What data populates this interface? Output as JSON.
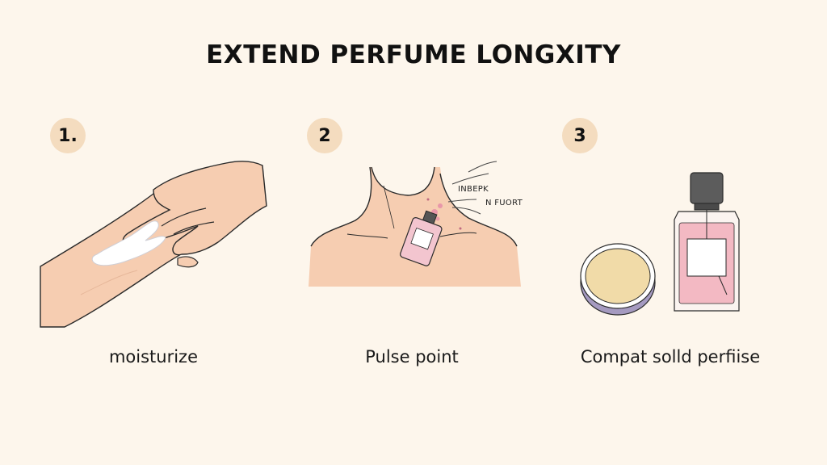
{
  "header": {
    "title": "EXTEND PERFUME LONGXITY"
  },
  "steps": [
    {
      "number": "1.",
      "caption": "moisturize",
      "illustration": "hands-applying-lotion"
    },
    {
      "number": "2",
      "caption": "Pulse point",
      "illustration": "neck-perfume-spray",
      "annotations": [
        "INBEPK",
        "N FUORT"
      ]
    },
    {
      "number": "3",
      "caption": "Compat solld perfiise",
      "illustration": "solid-perfume-tin-and-bottle"
    }
  ],
  "colors": {
    "background": "#fdf6ec",
    "badge": "#f4dcbf",
    "skin": "#f6cdb1",
    "perfume_pink": "#f3b9c3",
    "cap": "#555555",
    "tin_balm": "#f1dba8",
    "tin_rim": "#a59ac0"
  }
}
